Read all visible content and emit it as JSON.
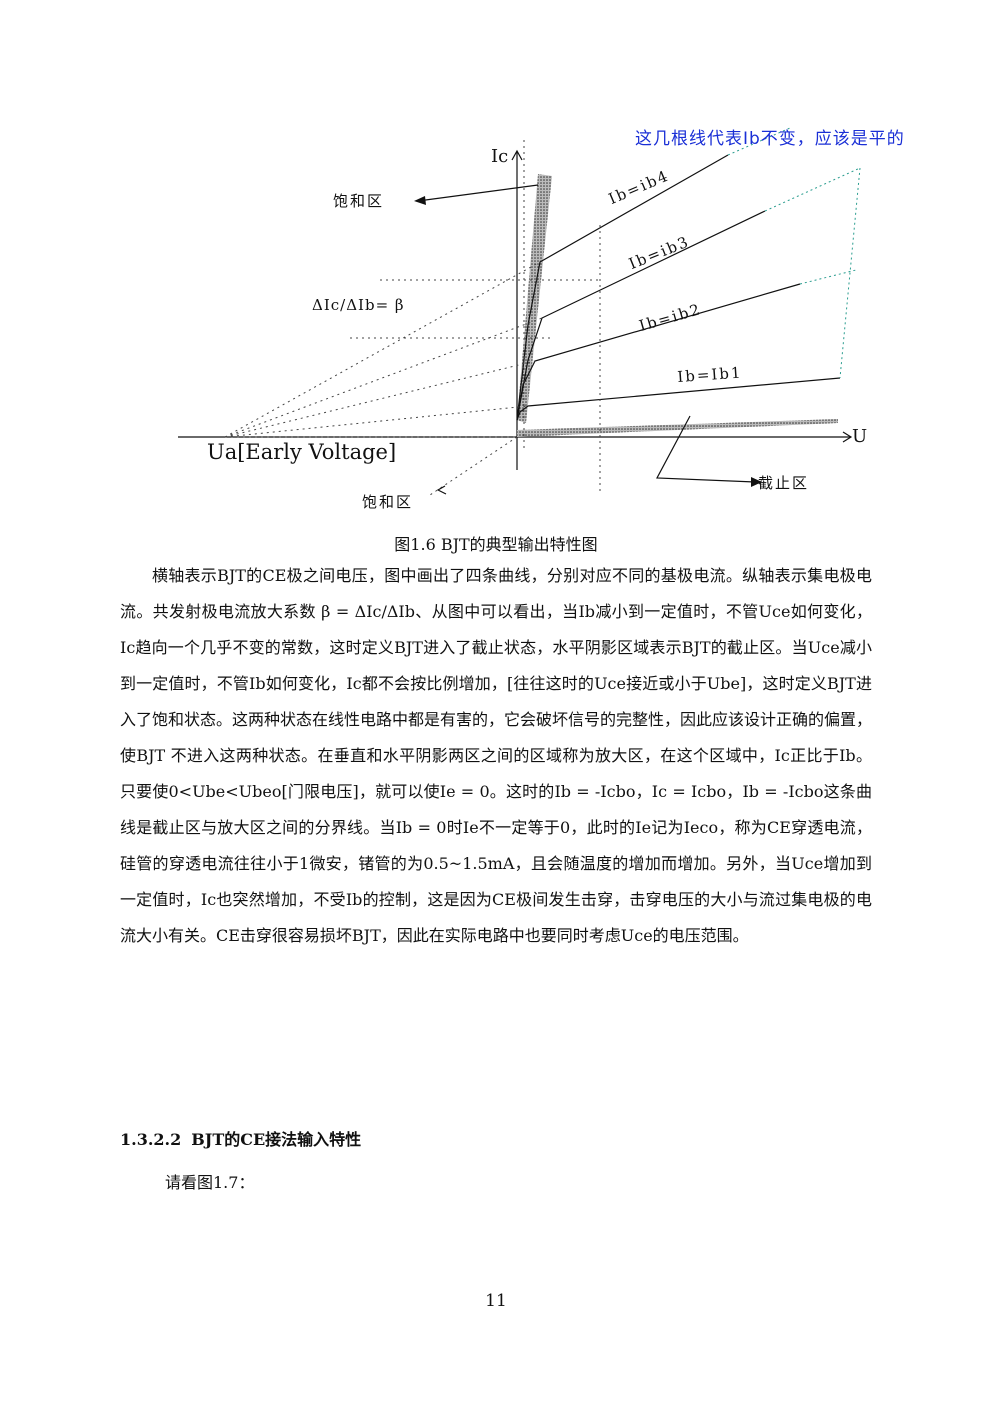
{
  "figure": {
    "annotation_note": "这几根线代表Ib不变，应该是平的",
    "y_axis_label": "Ic",
    "x_axis_label": "U",
    "saturation_label_top": "饱和区",
    "saturation_label_bottom": "饱和区",
    "cutoff_label": "截止区",
    "beta_label": "ΔIc/ΔIb= β",
    "early_label": "Ua[Early Voltage]",
    "curves": [
      "Ib=ib4",
      "Ib=ib3",
      "Ib=ib2",
      "Ib=Ib1"
    ],
    "caption": "图1.6  BJT的典型输出特性图"
  },
  "paragraphs": [
    "横轴表示BJT的CE极之间电压，图中画出了四条曲线，分别对应不同的基极电流。纵轴表示集电极电流。共发射极电流放大系数 β = ΔIc/ΔIb、从图中可以看出，当Ib减小到一定值时，不管Uce如何变化，Ic趋向一个几乎不变的常数，这时定义BJT进入了截止状态，水平阴影区域表示BJT的截止区。当Uce减小到一定值时，不管Ib如何变化，Ic都不会按比例增加，[往往这时的Uce接近或小于Ube]，这时定义BJT进入了饱和状态。这两种状态在线性电路中都是有害的，它会破坏信号的完整性，因此应该设计正确的偏置，使BJT 不进入这两种状态。在垂直和水平阴影两区之间的区域称为放大区，在这个区域中，Ic正比于Ib。只要使0<Ube<Ubeo[门限电压]，就可以使Ie = 0。这时的Ib = -Icbo，Ic = Icbo，Ib = -Icbo这条曲线是截止区与放大区之间的分界线。当Ib = 0时Ie不一定等于0，此时的Ie记为Ieco，称为CE穿透电流，硅管的穿透电流往往小于1微安，锗管的为0.5~1.5mA，且会随温度的增加而增加。另外，当Uce增加到一定值时，Ic也突然增加，不受Ib的控制，这是因为CE极间发生击穿，击穿电压的大小与流过集电极的电流大小有关。CE击穿很容易损坏BJT，因此在实际电路中也要同时考虑Uce的电压范围。"
  ],
  "heading": {
    "number": "1.3.2.2",
    "title": "BJT的CE接法输入特性"
  },
  "sub_text": "请看图1.7：",
  "page_number": "11"
}
